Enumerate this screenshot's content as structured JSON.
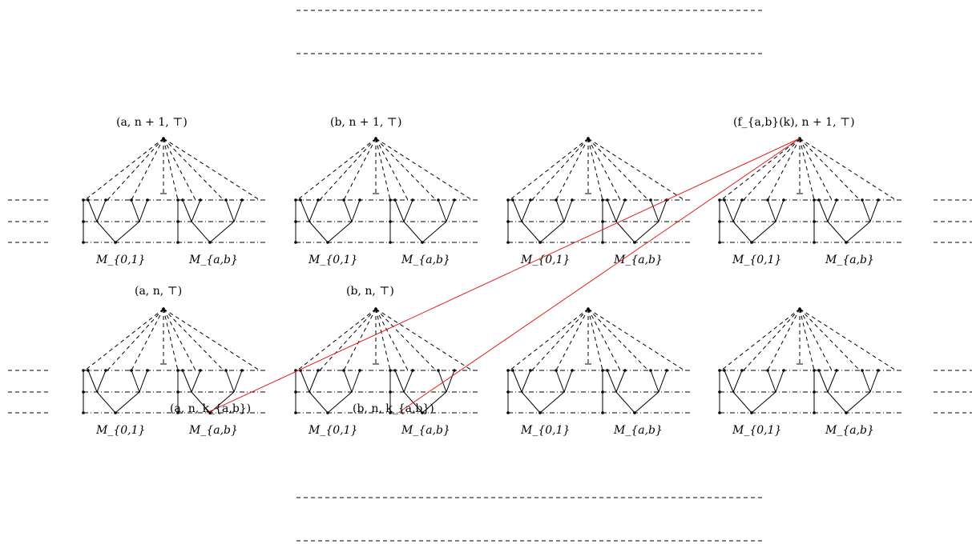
{
  "diagram": {
    "top_labels": [
      "(a, n + 1, ⊤)",
      "(b, n + 1, ⊤)",
      "(f_{a,b}(k), n + 1, ⊤)"
    ],
    "mid_labels": [
      "(a, n, ⊤)",
      "(b, n, ⊤)"
    ],
    "bottom_labels": [
      "(a, n, k_{a,b})",
      "(b, n, k_{a,b})"
    ],
    "block_labels": {
      "left": "M_{0,1}",
      "right": "M_{a,b}"
    },
    "edge_color": "#e0201a"
  }
}
